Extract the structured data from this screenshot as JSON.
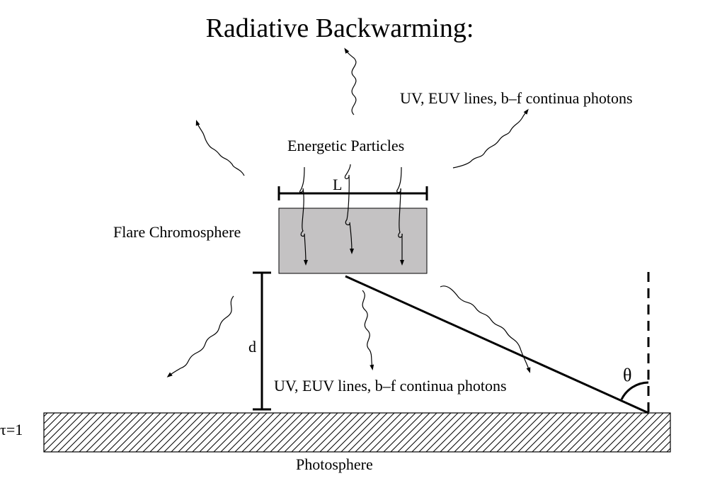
{
  "diagram": {
    "title": "Radiative Backwarming:",
    "labels": {
      "photons_top": "UV, EUV lines, b–f continua photons",
      "photons_bottom": "UV, EUV lines, b–f continua photons",
      "energetic_particles": "Energetic Particles",
      "length": "L",
      "flare_chromosphere": "Flare Chromosphere",
      "distance": "d",
      "theta": "θ",
      "tau": "τ=1",
      "photosphere": "Photosphere"
    },
    "colors": {
      "chromosphere_fill": "#c4c2c3",
      "line": "#000000",
      "background": "#ffffff"
    }
  }
}
